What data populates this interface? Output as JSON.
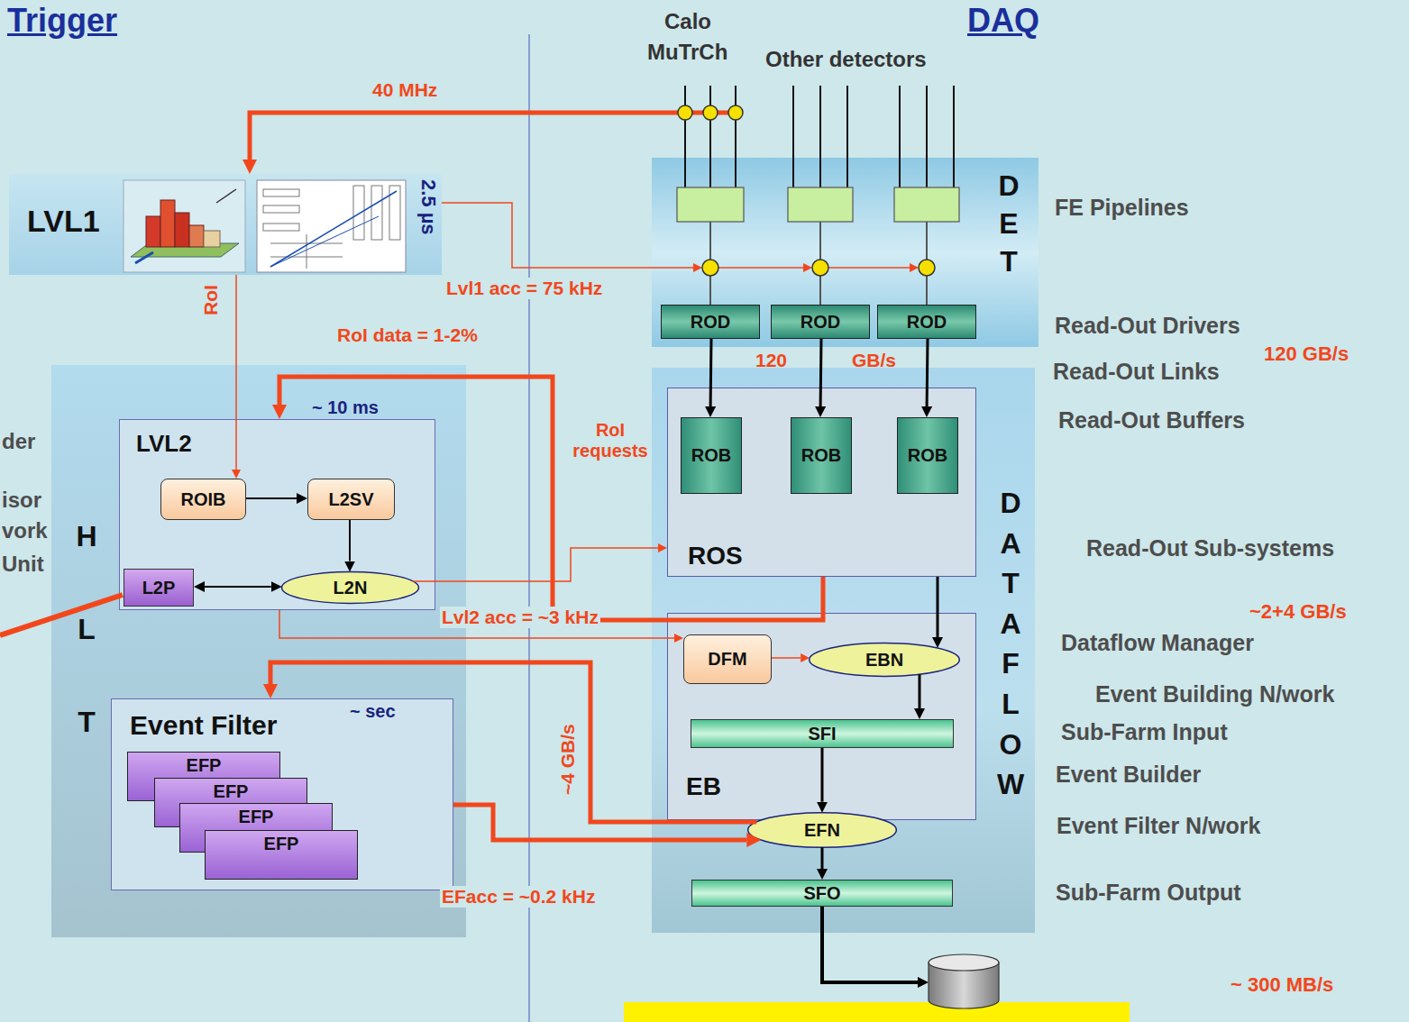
{
  "diagram": {
    "nodes": [
      {
        "text": [
          "LVL1",
          "2.5 µs"
        ]
      },
      {
        "text": [
          "DET"
        ]
      },
      {
        "text": [
          "ROD"
        ],
        "in": 1
      },
      {
        "text": [
          "ROD"
        ],
        "in": 1
      },
      {
        "text": [
          "ROD"
        ],
        "in": 1
      },
      {
        "text": [
          "HLT"
        ]
      },
      {
        "text": [
          "LVL2",
          "~ 10 ms"
        ],
        "in": 5
      },
      {
        "text": [
          "ROIB"
        ],
        "in": 6
      },
      {
        "text": [
          "L2SV"
        ],
        "in": 6
      },
      {
        "text": [
          "L2P"
        ],
        "in": 6
      },
      {
        "text": [
          "L2N"
        ],
        "in": 6
      },
      {
        "text": [
          "Event Filter",
          "~ sec"
        ],
        "in": 5
      },
      {
        "text": [
          "EFP"
        ],
        "in": 11
      },
      {
        "text": [
          "EFP"
        ],
        "in": 11
      },
      {
        "text": [
          "EFP"
        ],
        "in": 11
      },
      {
        "text": [
          "EFP"
        ],
        "in": 11
      },
      {
        "text": [
          "DATAFLOW"
        ]
      },
      {
        "text": [
          "ROS"
        ],
        "in": 16
      },
      {
        "text": [
          "ROB"
        ],
        "in": 17
      },
      {
        "text": [
          "ROB"
        ],
        "in": 17
      },
      {
        "text": [
          "ROB"
        ],
        "in": 17
      },
      {
        "text": [
          "EB"
        ],
        "in": 16
      },
      {
        "text": [
          "DFM"
        ],
        "in": 21
      },
      {
        "text": [
          "EBN"
        ],
        "in": 21
      },
      {
        "text": [
          "SFI"
        ],
        "in": 21
      },
      {
        "text": [
          "EFN"
        ],
        "in": 16
      },
      {
        "text": [
          "SFO"
        ],
        "in": 16
      }
    ],
    "edges": [
      {
        "from": 2,
        "to": 18,
        "arrow": "to"
      },
      {
        "from": 3,
        "to": 19,
        "arrow": "to"
      },
      {
        "from": 4,
        "to": 20,
        "arrow": "to"
      },
      {
        "from": 7,
        "to": 8,
        "arrow": "to"
      },
      {
        "from": 8,
        "to": 10,
        "arrow": "to"
      },
      {
        "from": 9,
        "to": 10,
        "arrow": "both"
      },
      {
        "from": 0,
        "to": 7,
        "arrow": "to"
      },
      {
        "from": 10,
        "to": 17,
        "arrow": "to"
      },
      {
        "from": 17,
        "to": 6,
        "arrow": "to"
      },
      {
        "from": 6,
        "to": 22,
        "arrow": "to"
      },
      {
        "from": 22,
        "to": 23,
        "arrow": "to"
      },
      {
        "from": 17,
        "to": 23,
        "arrow": "to"
      },
      {
        "from": 23,
        "to": 24,
        "arrow": "to"
      },
      {
        "from": 24,
        "to": 25,
        "arrow": "to"
      },
      {
        "from": 25,
        "to": 26,
        "arrow": "to"
      },
      {
        "from": 25,
        "to": 11,
        "arrow": "to"
      },
      {
        "from": 11,
        "to": 25,
        "arrow": "to"
      }
    ],
    "labels": [
      "Trigger",
      "DAQ",
      "Calo",
      "MuTrCh",
      "Other detectors",
      "40 MHz",
      "RoI",
      "Lvl1 acc = 75 kHz",
      "RoI data = 1-2%",
      "120",
      "GB/s",
      "RoI requests",
      "Lvl2 acc = ~3 kHz",
      "~4 GB/s",
      "EFacc = ~0.2 kHz",
      "FE Pipelines",
      "Read-Out Drivers",
      "Read-Out Links",
      "120 GB/s",
      "Read-Out Buffers",
      "Read-Out Sub-systems",
      "~2+4 GB/s",
      "Dataflow Manager",
      "Event Building N/work",
      "Sub-Farm Input",
      "Event Builder",
      "Event Filter N/work",
      "Sub-Farm Output",
      "~ 300 MB/s",
      "der",
      "isor",
      "vork",
      "Unit"
    ]
  }
}
